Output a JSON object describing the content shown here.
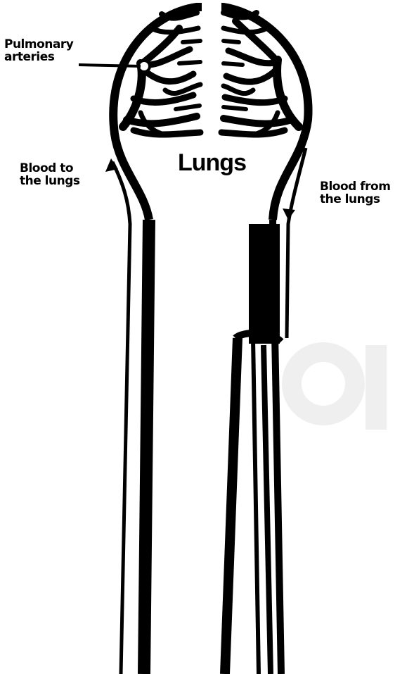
{
  "labels": {
    "pulmonary_line1": "Pulmonary",
    "pulmonary_line2": "arteries",
    "blood_to_line1": "Blood to",
    "blood_to_line2": "the lungs",
    "blood_from_line1": "Blood from",
    "blood_from_line2": "the lungs",
    "lungs": "Lungs"
  },
  "colors": {
    "ink": "#000000",
    "paper": "#ffffff",
    "watermark": "#eeeeee"
  },
  "icons": [
    "arrow-up-icon",
    "arrow-down-icon"
  ]
}
